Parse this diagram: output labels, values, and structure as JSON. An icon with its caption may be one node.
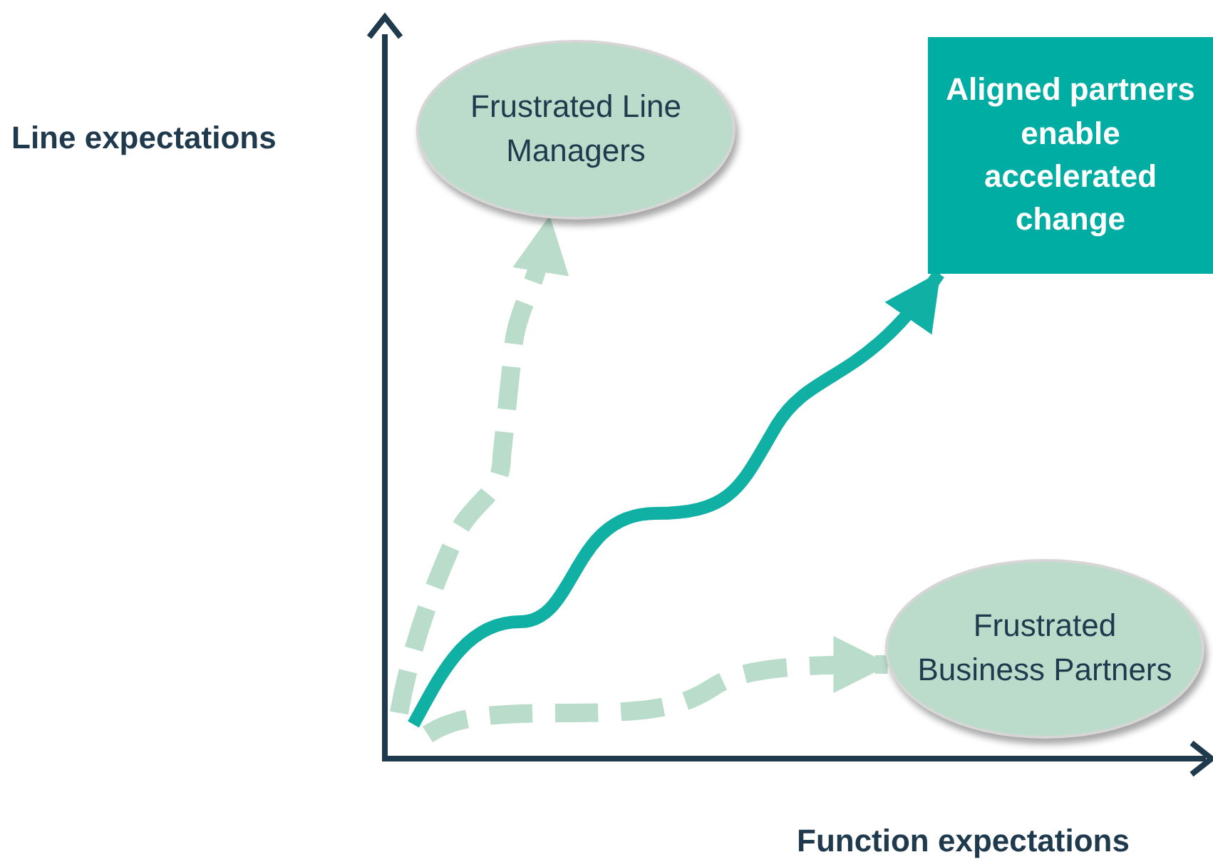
{
  "diagram": {
    "nodes": [
      {
        "text": [
          "Frustrated Line Managers"
        ]
      },
      {
        "text": [
          "Aligned partners enable accelerated change"
        ]
      },
      {
        "text": [
          "Frustrated Business Partners"
        ]
      }
    ],
    "edges": [
      {
        "from": null,
        "to": 0,
        "arrow": "to",
        "style": "dashed",
        "color": "#b9dccb"
      },
      {
        "from": null,
        "to": 1,
        "arrow": "to",
        "color": "#10b0a5"
      },
      {
        "from": null,
        "to": 2,
        "arrow": "to",
        "style": "dashed",
        "color": "#b9dccb"
      }
    ],
    "labels": [
      "Line expectations",
      "Function expectations"
    ]
  }
}
